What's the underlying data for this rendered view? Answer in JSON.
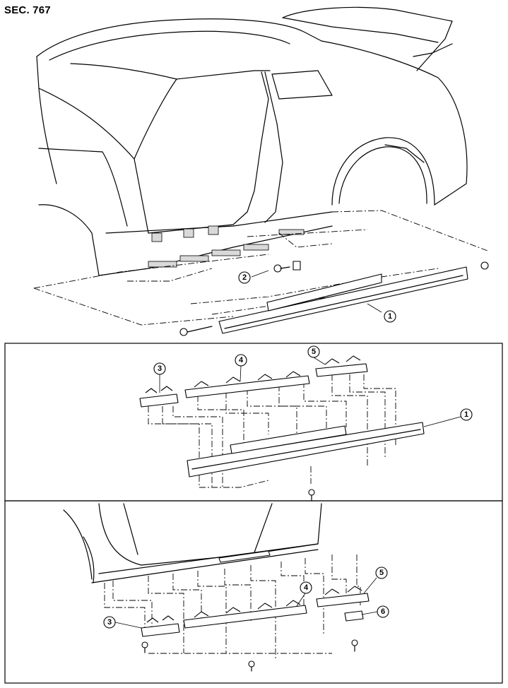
{
  "section": {
    "label": "SEC. 767"
  },
  "callouts": {
    "c1_top": "1",
    "c2_top": "2",
    "c3_mid": "3",
    "c4_mid": "4",
    "c5_mid": "5",
    "c1_mid": "1",
    "c3_bot": "3",
    "c4_bot": "4",
    "c5_bot": "5",
    "c6_bot": "6"
  }
}
